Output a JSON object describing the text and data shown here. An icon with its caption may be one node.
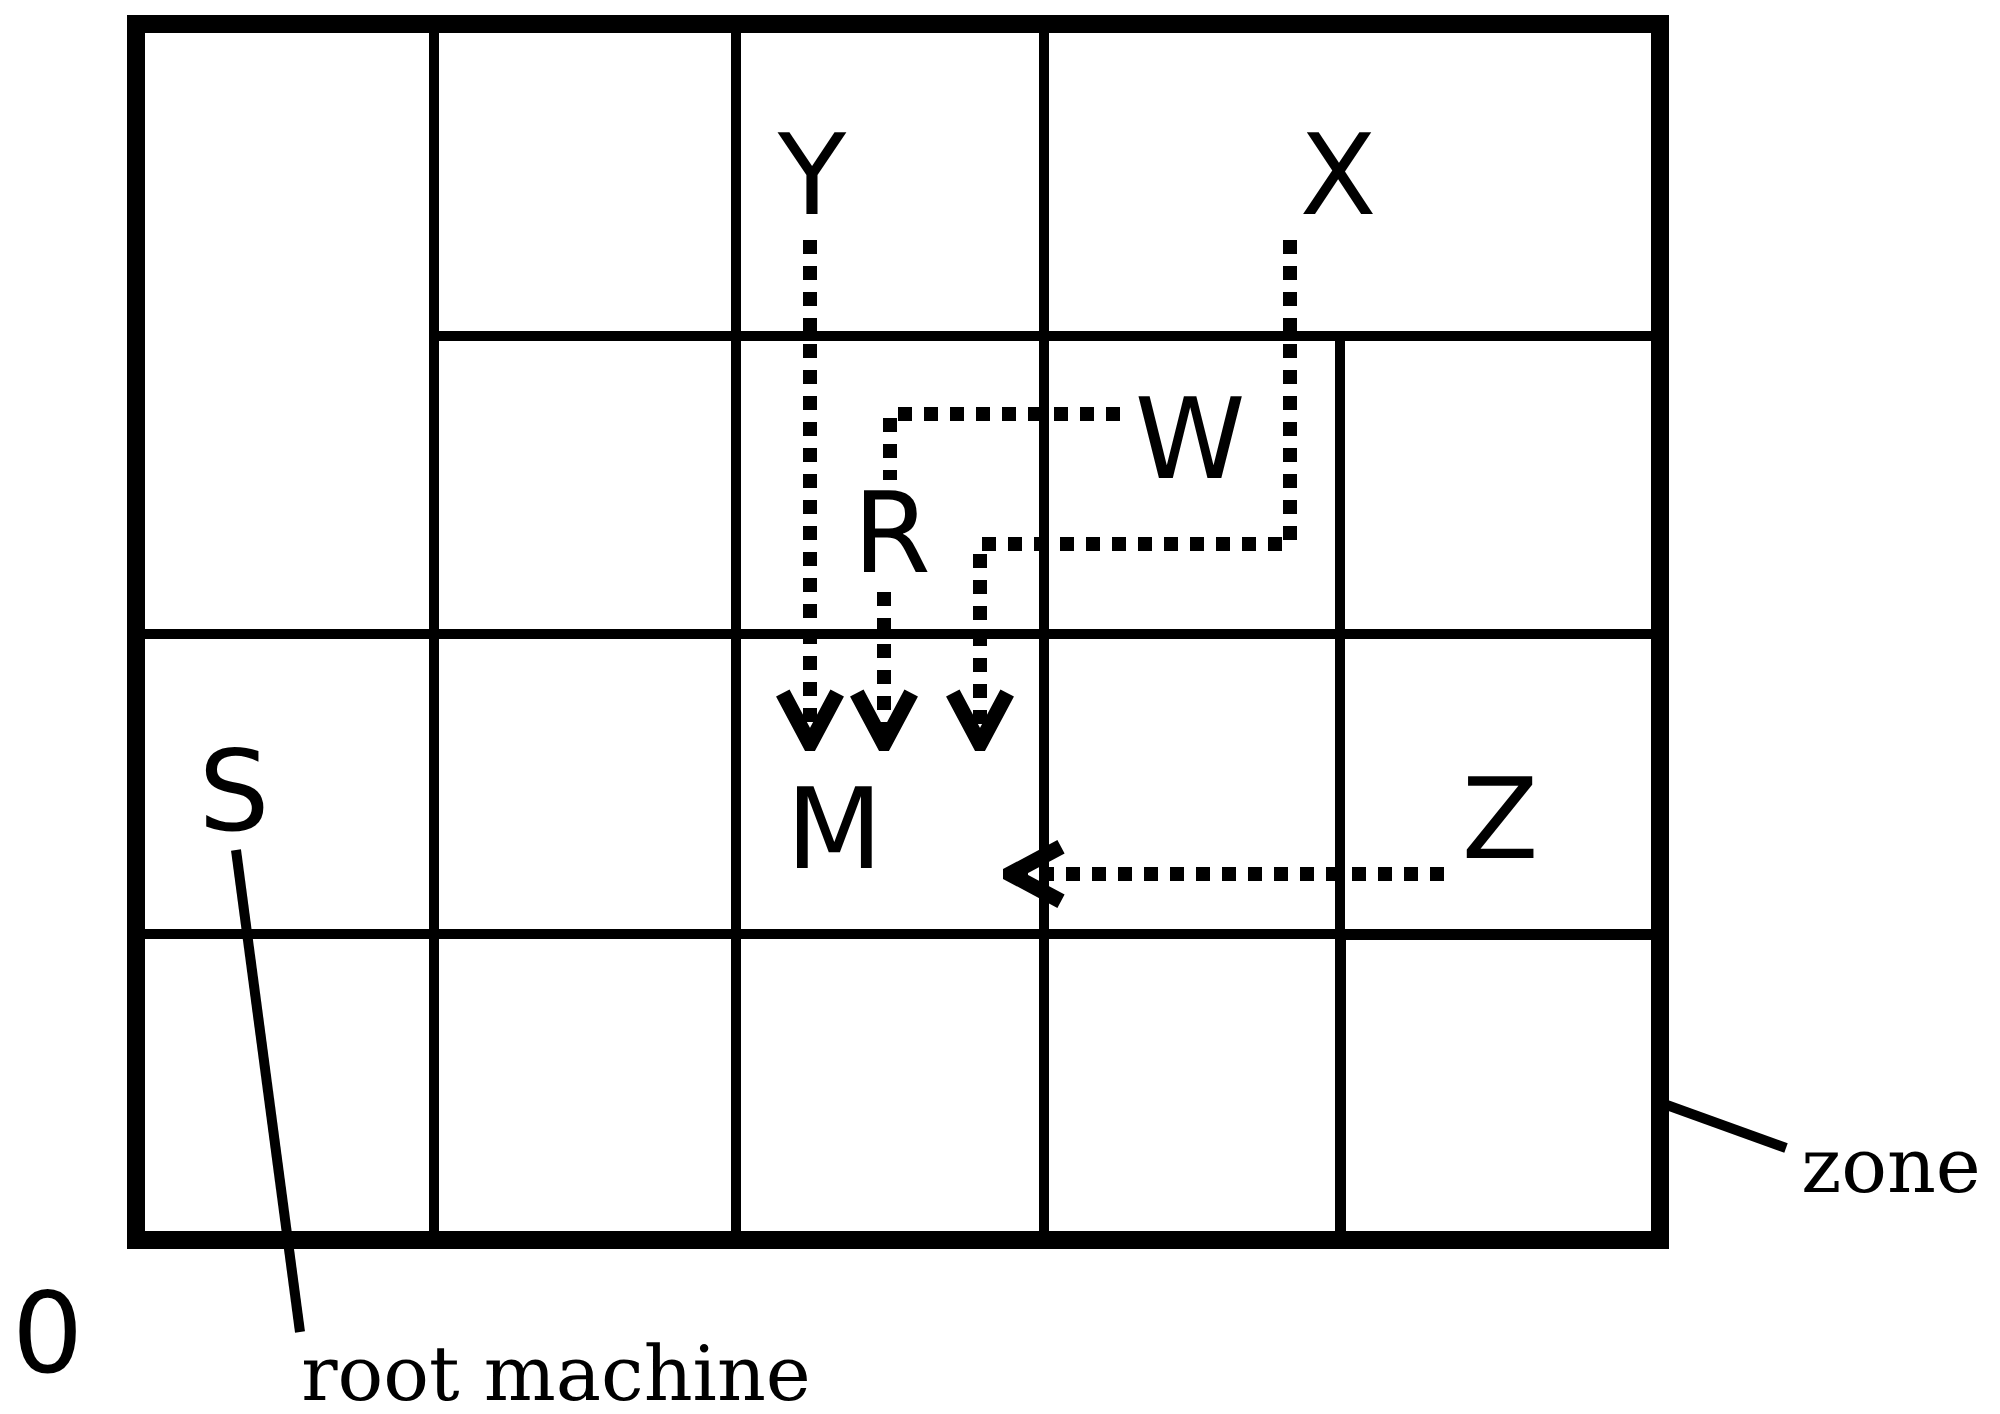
{
  "diagram": {
    "nodes": [
      {
        "text": [
          "Y"
        ]
      },
      {
        "text": [
          "X"
        ]
      },
      {
        "text": [
          "W"
        ]
      },
      {
        "text": [
          "R"
        ]
      },
      {
        "text": [
          "S"
        ]
      },
      {
        "text": [
          "Z"
        ]
      },
      {
        "text": [
          "M"
        ]
      },
      {
        "text": [],
        "shape": "box"
      },
      {
        "text": [
          "zone"
        ]
      },
      {
        "text": [
          "root machine"
        ]
      }
    ],
    "edges": [
      {
        "from": 0,
        "to": 6,
        "arrow": "to",
        "style": "dashed"
      },
      {
        "from": 1,
        "to": 6,
        "arrow": "to",
        "style": "dashed"
      },
      {
        "from": 2,
        "to": 3,
        "arrow": "none",
        "style": "dashed"
      },
      {
        "from": 3,
        "to": 6,
        "arrow": "to",
        "style": "dashed"
      },
      {
        "from": 5,
        "to": 6,
        "arrow": "to",
        "style": "dashed"
      },
      {
        "from": 9,
        "to": 4,
        "arrow": "none"
      },
      {
        "from": 8,
        "to": 7,
        "arrow": "none"
      }
    ],
    "labels": [
      "0"
    ]
  }
}
